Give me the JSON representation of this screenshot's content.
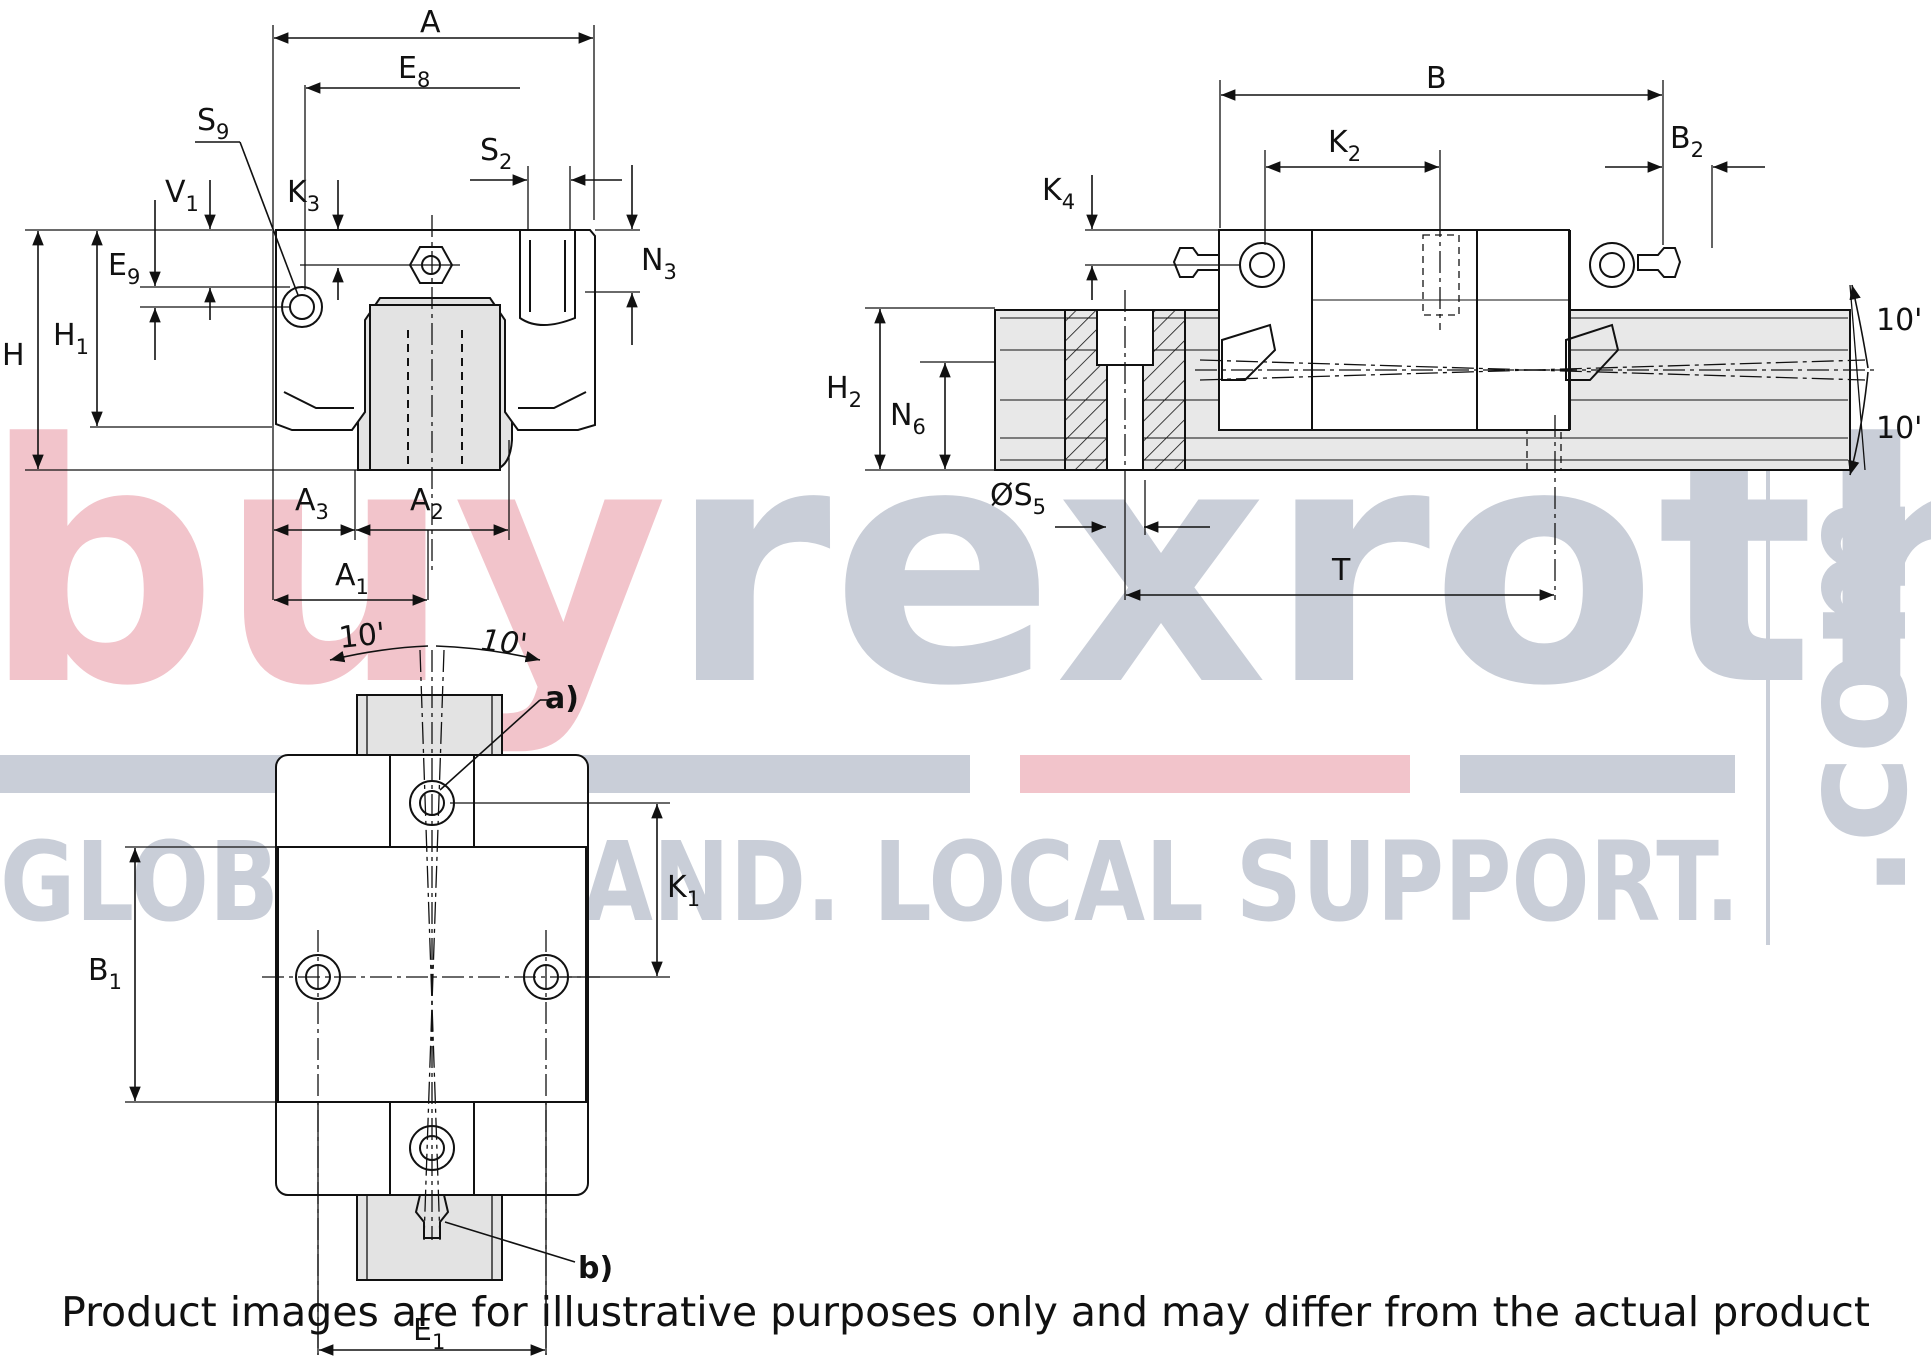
{
  "watermark": {
    "brand_a": "buy",
    "brand_b": "rexroth",
    "tld": ".com",
    "tagline": "GLOBAL BRAND.  LOCAL SUPPORT.",
    "colors": {
      "pink": "#f2c4cb",
      "grey": "#c9ced8",
      "line": "#111111",
      "fill": "#e3e3e3"
    }
  },
  "labels": {
    "A": "A",
    "E8": {
      "base": "E",
      "sub": "8"
    },
    "S9": {
      "base": "S",
      "sub": "9"
    },
    "S2": {
      "base": "S",
      "sub": "2"
    },
    "V1": {
      "base": "V",
      "sub": "1"
    },
    "K3": {
      "base": "K",
      "sub": "3"
    },
    "N3": {
      "base": "N",
      "sub": "3"
    },
    "E9": {
      "base": "E",
      "sub": "9"
    },
    "H": "H",
    "H1": {
      "base": "H",
      "sub": "1"
    },
    "A3": {
      "base": "A",
      "sub": "3"
    },
    "A2": {
      "base": "A",
      "sub": "2"
    },
    "A1": {
      "base": "A",
      "sub": "1"
    },
    "angle_left_top": "10'",
    "angle_right_top": "10'",
    "B": "B",
    "K2": {
      "base": "K",
      "sub": "2"
    },
    "B2": {
      "base": "B",
      "sub": "2"
    },
    "K4": {
      "base": "K",
      "sub": "4"
    },
    "H2": {
      "base": "H",
      "sub": "2"
    },
    "N6": {
      "base": "N",
      "sub": "6"
    },
    "S5": {
      "base": "ØS",
      "sub": "5"
    },
    "T": "T",
    "angle_side_top": "10'",
    "angle_side_bottom": "10'",
    "a": "a)",
    "b": "b)",
    "K1": {
      "base": "K",
      "sub": "1"
    },
    "B1": {
      "base": "B",
      "sub": "1"
    },
    "E1": {
      "base": "E",
      "sub": "1"
    }
  },
  "disclaimer": "Product images are for illustrative purposes only and may differ from the actual product"
}
